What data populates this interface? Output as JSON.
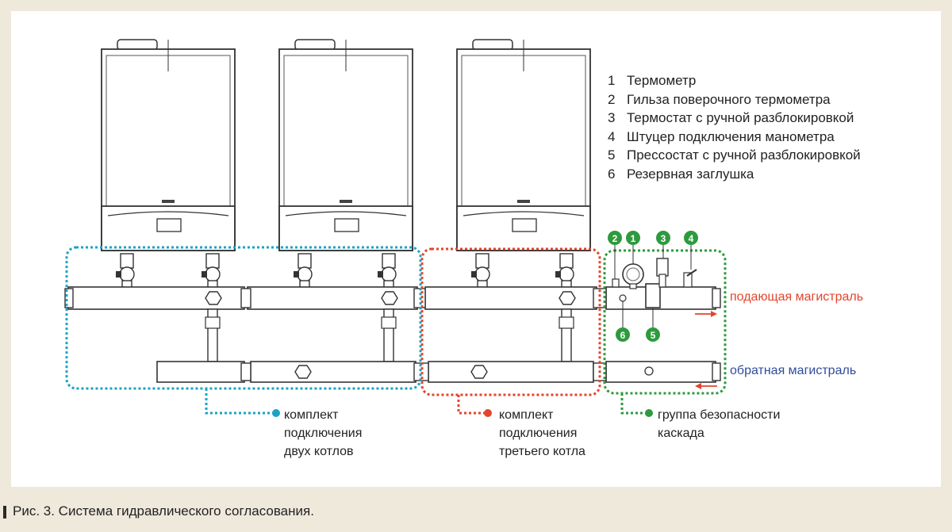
{
  "legend": [
    {
      "num": "1",
      "text": "Термометр"
    },
    {
      "num": "2",
      "text": "Гильза поверочного термометра"
    },
    {
      "num": "3",
      "text": "Термостат с ручной разблокировкой"
    },
    {
      "num": "4",
      "text": "Штуцер подключения манометра"
    },
    {
      "num": "5",
      "text": "Прессостат с ручной разблокировкой"
    },
    {
      "num": "6",
      "text": "Резервная заглушка"
    }
  ],
  "markers": [
    "2",
    "1",
    "3",
    "4",
    "6",
    "5"
  ],
  "supply_label": "подающая магистраль",
  "return_label": "обратная магистраль",
  "groups": [
    {
      "lines": [
        "комплект",
        "подключения",
        "двух котлов"
      ],
      "color": "#1ba3c6"
    },
    {
      "lines": [
        "комплект",
        "подключения",
        "третьего котла"
      ],
      "color": "#e2452b"
    },
    {
      "lines": [
        "группа безопасности",
        "каскада"
      ],
      "color": "#2e9a3e"
    }
  ],
  "colors": {
    "supply": "#e2452b",
    "return": "#2f4d9c",
    "marker": "#2e9a3e"
  },
  "caption": "Рис. 3. Система гидравлического согласования."
}
